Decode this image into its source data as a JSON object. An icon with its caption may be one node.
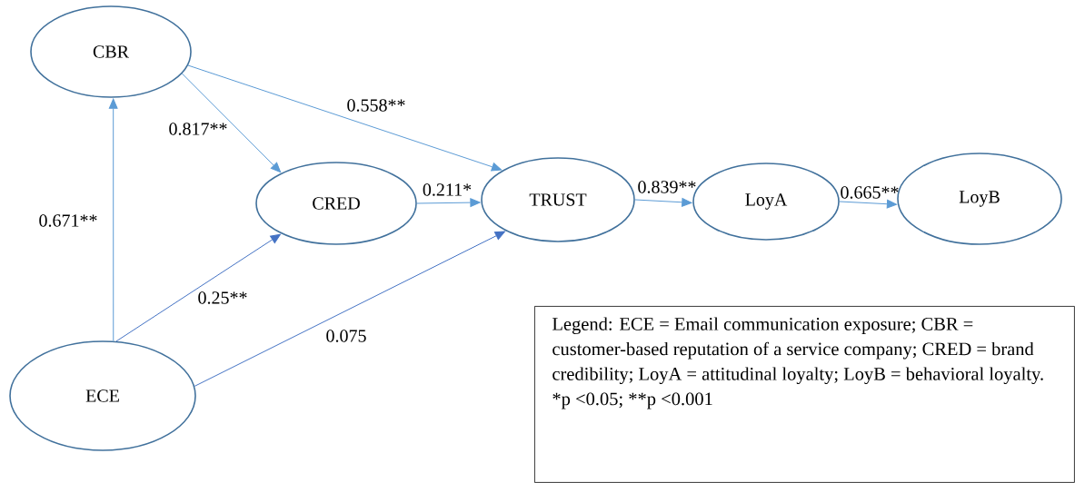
{
  "diagram": {
    "nodes": [
      {
        "text": [
          "CBR"
        ]
      },
      {
        "text": [
          "CRED"
        ]
      },
      {
        "text": [
          "TRUST"
        ]
      },
      {
        "text": [
          "LoyA"
        ]
      },
      {
        "text": [
          "LoyB"
        ]
      },
      {
        "text": [
          "ECE"
        ]
      },
      {
        "text": [
          "Legend: ECE = Email communication exposure; CBR = customer-based reputation of a service company; CRED = brand credibility; LoyA = attitudinal loyalty; LoyB = behavioral loyalty.",
          "*p <0.05; **p <0.001"
        ]
      }
    ],
    "edges": [
      {
        "from": 5,
        "to": 0,
        "arrow": "to",
        "label": "0.671**"
      },
      {
        "from": 0,
        "to": 1,
        "arrow": "to",
        "label": "0.817**"
      },
      {
        "from": 0,
        "to": 2,
        "arrow": "to",
        "label": "0.558**"
      },
      {
        "from": 1,
        "to": 2,
        "arrow": "to",
        "label": "0.211*"
      },
      {
        "from": 5,
        "to": 1,
        "arrow": "to",
        "label": "0.25**",
        "color": "#4472c4"
      },
      {
        "from": 5,
        "to": 2,
        "arrow": "to",
        "label": "0.075",
        "color": "#4472c4"
      },
      {
        "from": 2,
        "to": 3,
        "arrow": "to",
        "label": "0.839**"
      },
      {
        "from": 3,
        "to": 4,
        "arrow": "to",
        "label": "0.665**"
      }
    ]
  }
}
